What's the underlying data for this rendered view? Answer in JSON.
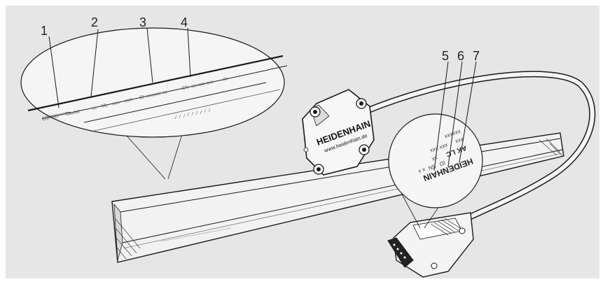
{
  "callouts": [
    "1",
    "2",
    "3",
    "4",
    "5",
    "6",
    "7"
  ],
  "encoder_head": {
    "brand": "HEIDENHAIN",
    "url": "www.heidenhain.de"
  },
  "scale_label": {
    "field_1": "LC 483",
    "field_1b": "Bautat",
    "field_2a": "xx",
    "field_2b": "ML",
    "field_2c": "xxx",
    "field_2d": "mm",
    "field_3a": "ID",
    "field_3b": "xxxxxx-xx",
    "field_4a": "SN",
    "field_4b": "xx xxx xxx",
    "field_4c": "xx"
  },
  "cable_label": {
    "brand": "HEIDENHAIN",
    "ak": "AK LC",
    "line_a": "xx",
    "line_b": "xxx",
    "line_c": "xxx xxx",
    "line_d": "xxxxxx",
    "id": "ID",
    "sn": "SN",
    "xx": "x x"
  },
  "colors": {
    "background": "#e6e6e6",
    "line": "#1a1a1a"
  }
}
